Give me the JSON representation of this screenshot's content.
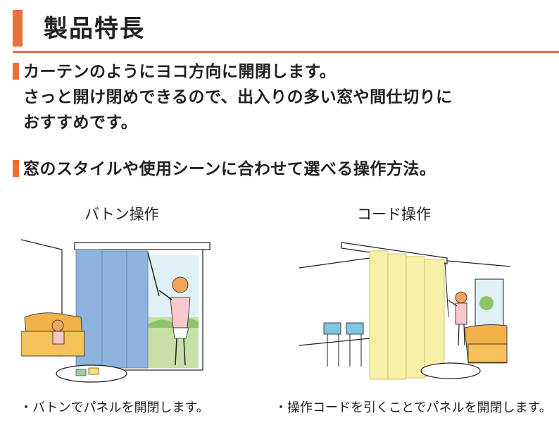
{
  "header": {
    "title": "製品特長"
  },
  "features": [
    {
      "lines": [
        "カーテンのようにヨコ方向に開閉します。",
        "さっと開け閉めできるので、出入りの多い窓や間仕切りに",
        "おすすめです。"
      ]
    },
    {
      "lines": [
        "窓のスタイルや使用シーンに合わせて選べる操作方法。"
      ]
    }
  ],
  "operations": [
    {
      "label": "バトン操作",
      "caption": "・バトンでパネルを開閉します。",
      "panel_color": "#8db4de"
    },
    {
      "label": "コード操作",
      "caption": "・操作コードを引くことでパネルを開閉します。",
      "panel_color": "#f7f0a6"
    }
  ],
  "colors": {
    "accent": "#e8703a",
    "text": "#231f20"
  }
}
